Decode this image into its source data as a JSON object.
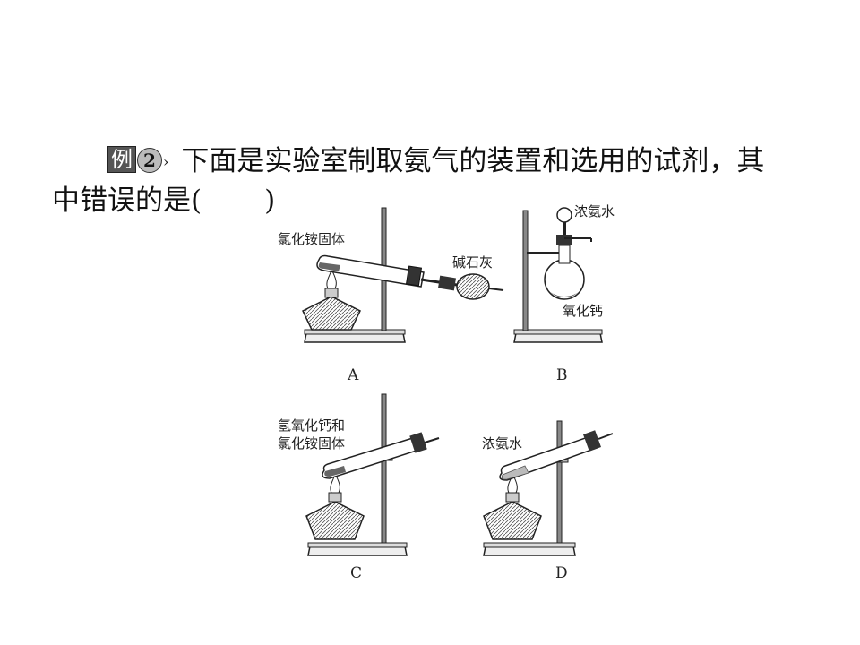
{
  "question": {
    "badge_char": "例",
    "badge_number": "2",
    "badge_arrow": "›",
    "line1": "下面是实验室制取氨气的装置和选用的试剂，其",
    "line2_prefix": "中错误的是(",
    "line2_suffix": ")"
  },
  "figure": {
    "A": {
      "letter": "A",
      "label_reagent": "氯化铵固体",
      "label_absorber": "碱石灰"
    },
    "B": {
      "letter": "B",
      "label_top": "浓氨水",
      "label_bottom": "氧化钙"
    },
    "C": {
      "letter": "C",
      "label_line1": "氢氧化钙和",
      "label_line2": "氯化铵固体"
    },
    "D": {
      "letter": "D",
      "label_reagent": "浓氨水"
    }
  }
}
